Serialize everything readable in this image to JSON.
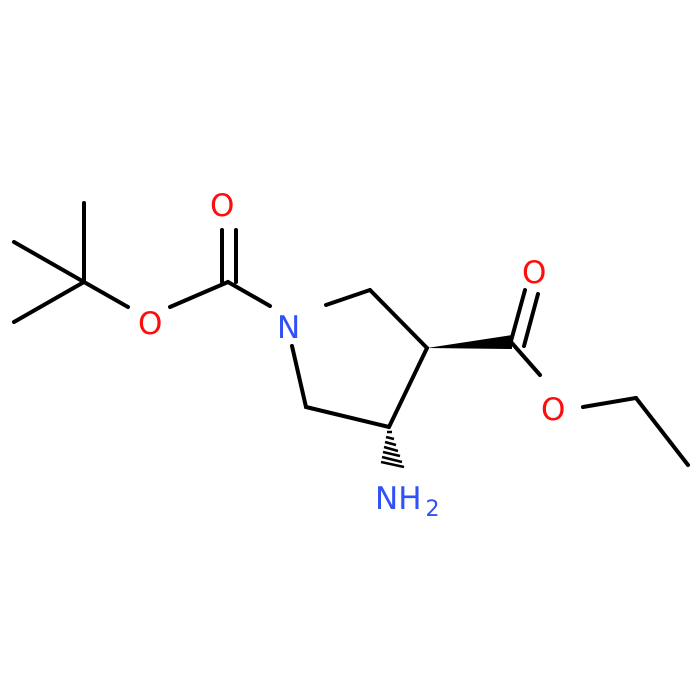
{
  "molecule": {
    "atoms": {
      "o_carbonyl_boc": {
        "element": "O",
        "label": "O"
      },
      "o_ester_boc": {
        "element": "O",
        "label": "O"
      },
      "n_ring": {
        "element": "N",
        "label": "N"
      },
      "o_carbonyl_ester": {
        "element": "O",
        "label": "O"
      },
      "o_ester_ethyl": {
        "element": "O",
        "label": "O"
      },
      "n_amino": {
        "element": "N",
        "label": "NH",
        "subscript": "2"
      }
    },
    "colors": {
      "bond": "#000000",
      "oxygen": "#ff0d0d",
      "nitrogen": "#3050f8"
    }
  }
}
